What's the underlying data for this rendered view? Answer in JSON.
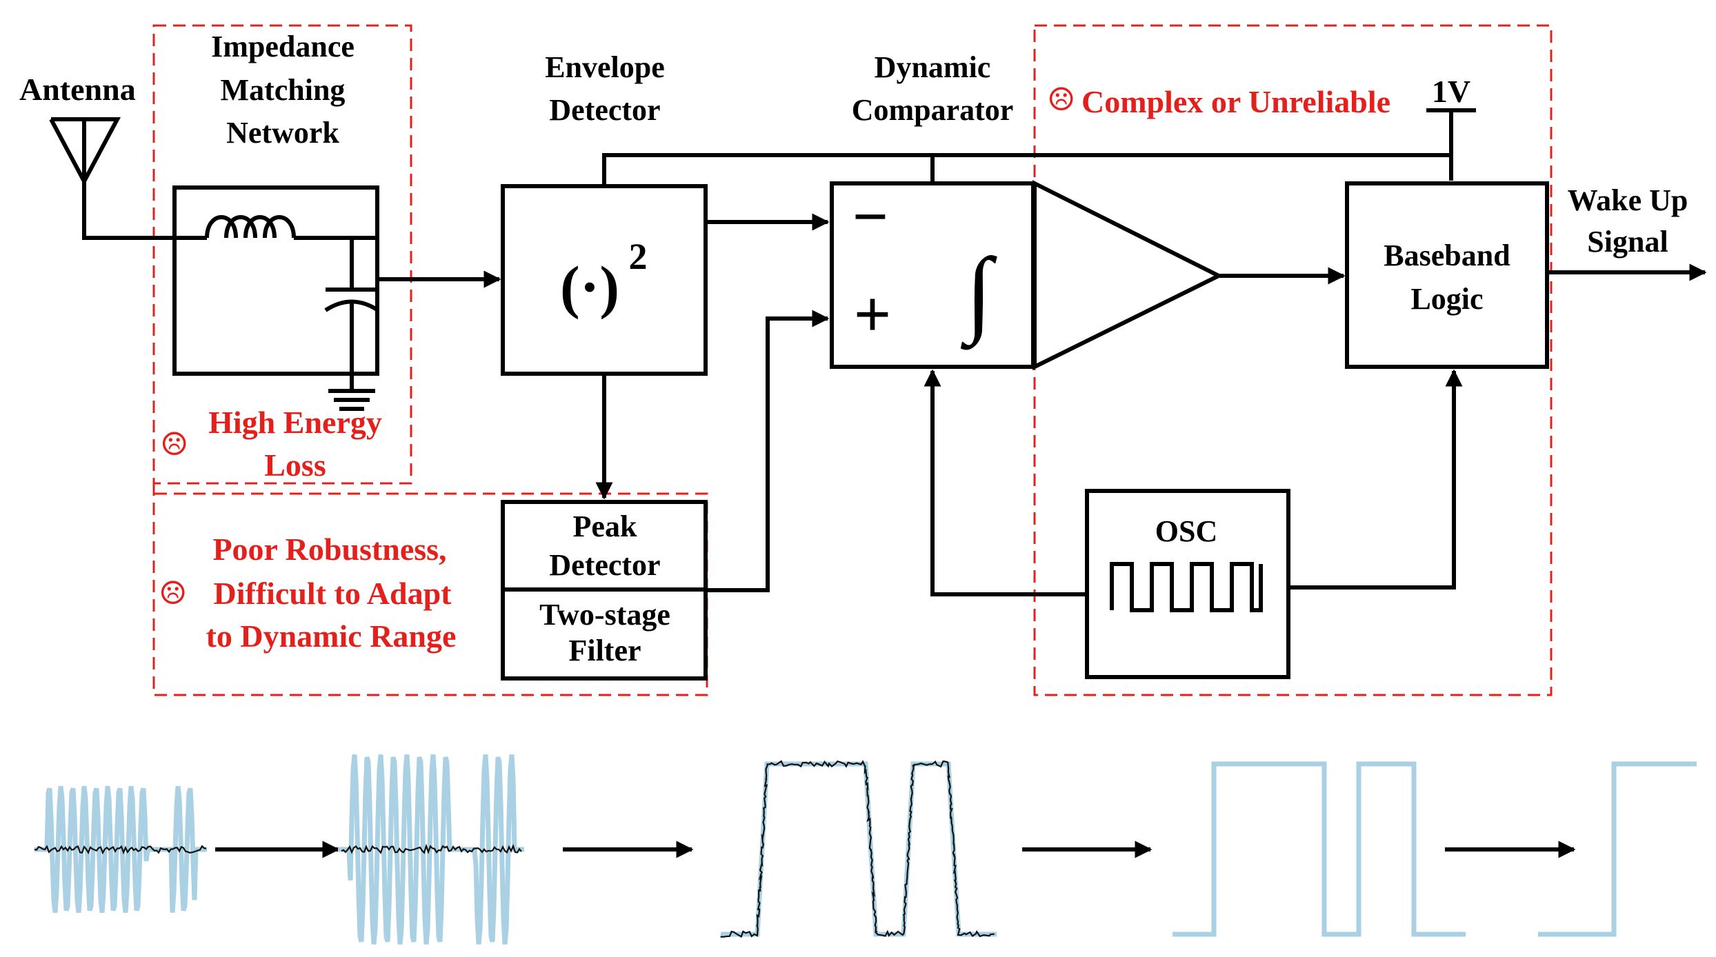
{
  "labels": {
    "antenna": "Antenna",
    "impedance_line1": "Impedance",
    "impedance_line2": "Matching",
    "impedance_line3": "Network",
    "envelope_line1": "Envelope",
    "envelope_line2": "Detector",
    "comparator_line1": "Dynamic",
    "comparator_line2": "Comparator",
    "vdd": "1V",
    "wake_line1": "Wake Up",
    "wake_line2": "Signal",
    "square_symbol": "(·)",
    "square_exponent": "2",
    "minus_sign": "−",
    "plus_sign": "+",
    "integral_symbol": "∫",
    "baseband_line1": "Baseband",
    "baseband_line2": "Logic",
    "peak_line1": "Peak",
    "peak_line2": "Detector",
    "filter_line1": "Two-stage",
    "filter_line2": "Filter",
    "osc": "OSC"
  },
  "warnings": {
    "icon": "☹",
    "complex": "Complex or Unreliable",
    "energy_line1": "High Energy",
    "energy_line2": "Loss",
    "robust_line1": "Poor Robustness,",
    "robust_line2": "Difficult to Adapt",
    "robust_line3": "to Dynamic Range"
  },
  "colors": {
    "warning_red": "#e3201b",
    "waveform_blue": "#a9d0e3",
    "line_black": "#000000"
  },
  "icons": [
    "antenna-icon",
    "inductor-icon",
    "capacitor-icon",
    "ground-icon",
    "comparator-triangle-icon",
    "clock-wave-icon",
    "sad-face-icon",
    "arrow-icon"
  ]
}
